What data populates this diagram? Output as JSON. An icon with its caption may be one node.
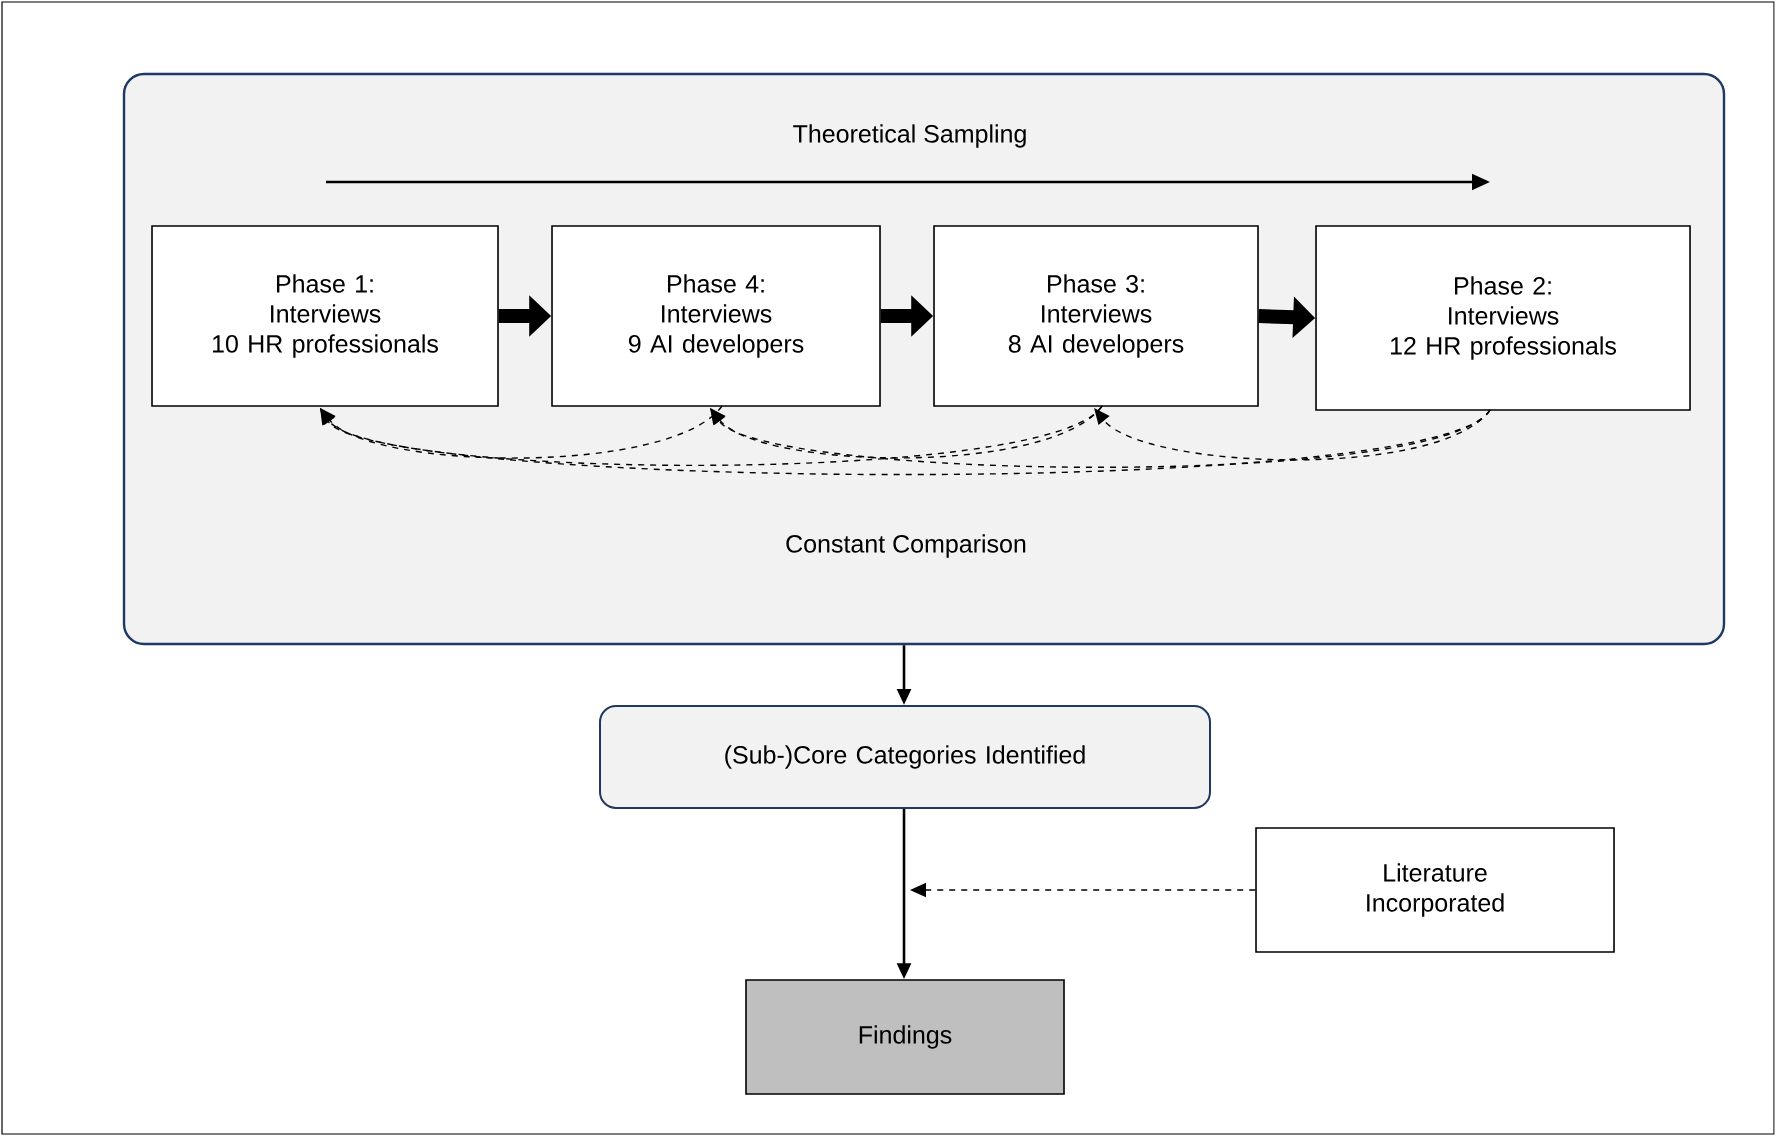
{
  "diagram": {
    "nodes": [
      {
        "text": [
          "Theoretical Sampling",
          "Constant Comparison"
        ]
      },
      {
        "text": [
          "Phase 1:",
          "Interviews",
          "10 HR professionals"
        ],
        "in": 0
      },
      {
        "text": [
          "Phase 4:",
          "Interviews",
          "9 AI developers"
        ],
        "in": 0
      },
      {
        "text": [
          "Phase 3:",
          "Interviews",
          "8 AI developers"
        ],
        "in": 0
      },
      {
        "text": [
          "Phase 2:",
          "Interviews",
          "12 HR professionals"
        ],
        "in": 0
      },
      {
        "text": [
          "(Sub-)Core Categories Identified"
        ]
      },
      {
        "text": [
          "Literature Incorporated"
        ]
      },
      {
        "text": [
          "Findings"
        ]
      }
    ],
    "edges": [
      {
        "from": 1,
        "to": 2,
        "arrow": "to",
        "style": "thick"
      },
      {
        "from": 2,
        "to": 3,
        "arrow": "to",
        "style": "thick"
      },
      {
        "from": 3,
        "to": 4,
        "arrow": "to",
        "style": "thick"
      },
      {
        "from": 2,
        "to": 1,
        "arrow": "to",
        "style": "dashed"
      },
      {
        "from": 3,
        "to": 1,
        "arrow": "to",
        "style": "dashed"
      },
      {
        "from": 4,
        "to": 1,
        "arrow": "to",
        "style": "dashed"
      },
      {
        "from": 3,
        "to": 2,
        "arrow": "to",
        "style": "dashed"
      },
      {
        "from": 4,
        "to": 2,
        "arrow": "to",
        "style": "dashed"
      },
      {
        "from": 4,
        "to": 3,
        "arrow": "to",
        "style": "dashed"
      },
      {
        "from": 0,
        "to": 5,
        "arrow": "to"
      },
      {
        "from": 5,
        "to": 7,
        "arrow": "to"
      },
      {
        "from": 6,
        "to": null,
        "arrow": "to",
        "style": "dashed"
      }
    ]
  }
}
